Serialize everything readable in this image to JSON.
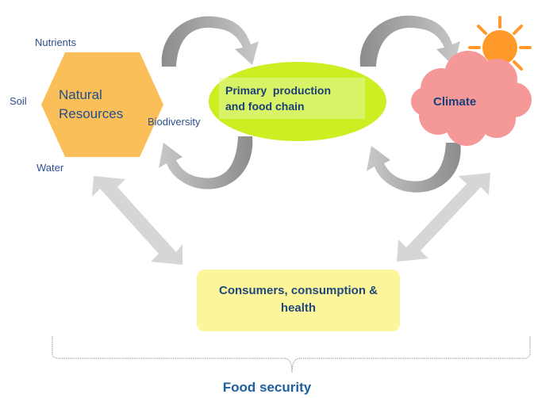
{
  "natural_resources": {
    "title_line1": "Natural",
    "title_line2": "Resources",
    "fill": "#fbbf5a",
    "labels": {
      "nutrients": "Nutrients",
      "soil": "Soil",
      "water": "Water",
      "biodiversity": "Biodiversity"
    }
  },
  "primary_production": {
    "line1": "Primary  production",
    "line2": "and food chain",
    "fill": "#ccee22"
  },
  "climate": {
    "label": "Climate",
    "cloud_fill": "#f59898",
    "sun_fill": "#ff9a2a"
  },
  "consumers": {
    "line1": "Consumers, consumption &",
    "line2": "health",
    "fill": "#fdf59a"
  },
  "food_security": "Food security",
  "arrow_colors": {
    "cycle": "#a6a6a6",
    "double": "#d6d6d6"
  }
}
